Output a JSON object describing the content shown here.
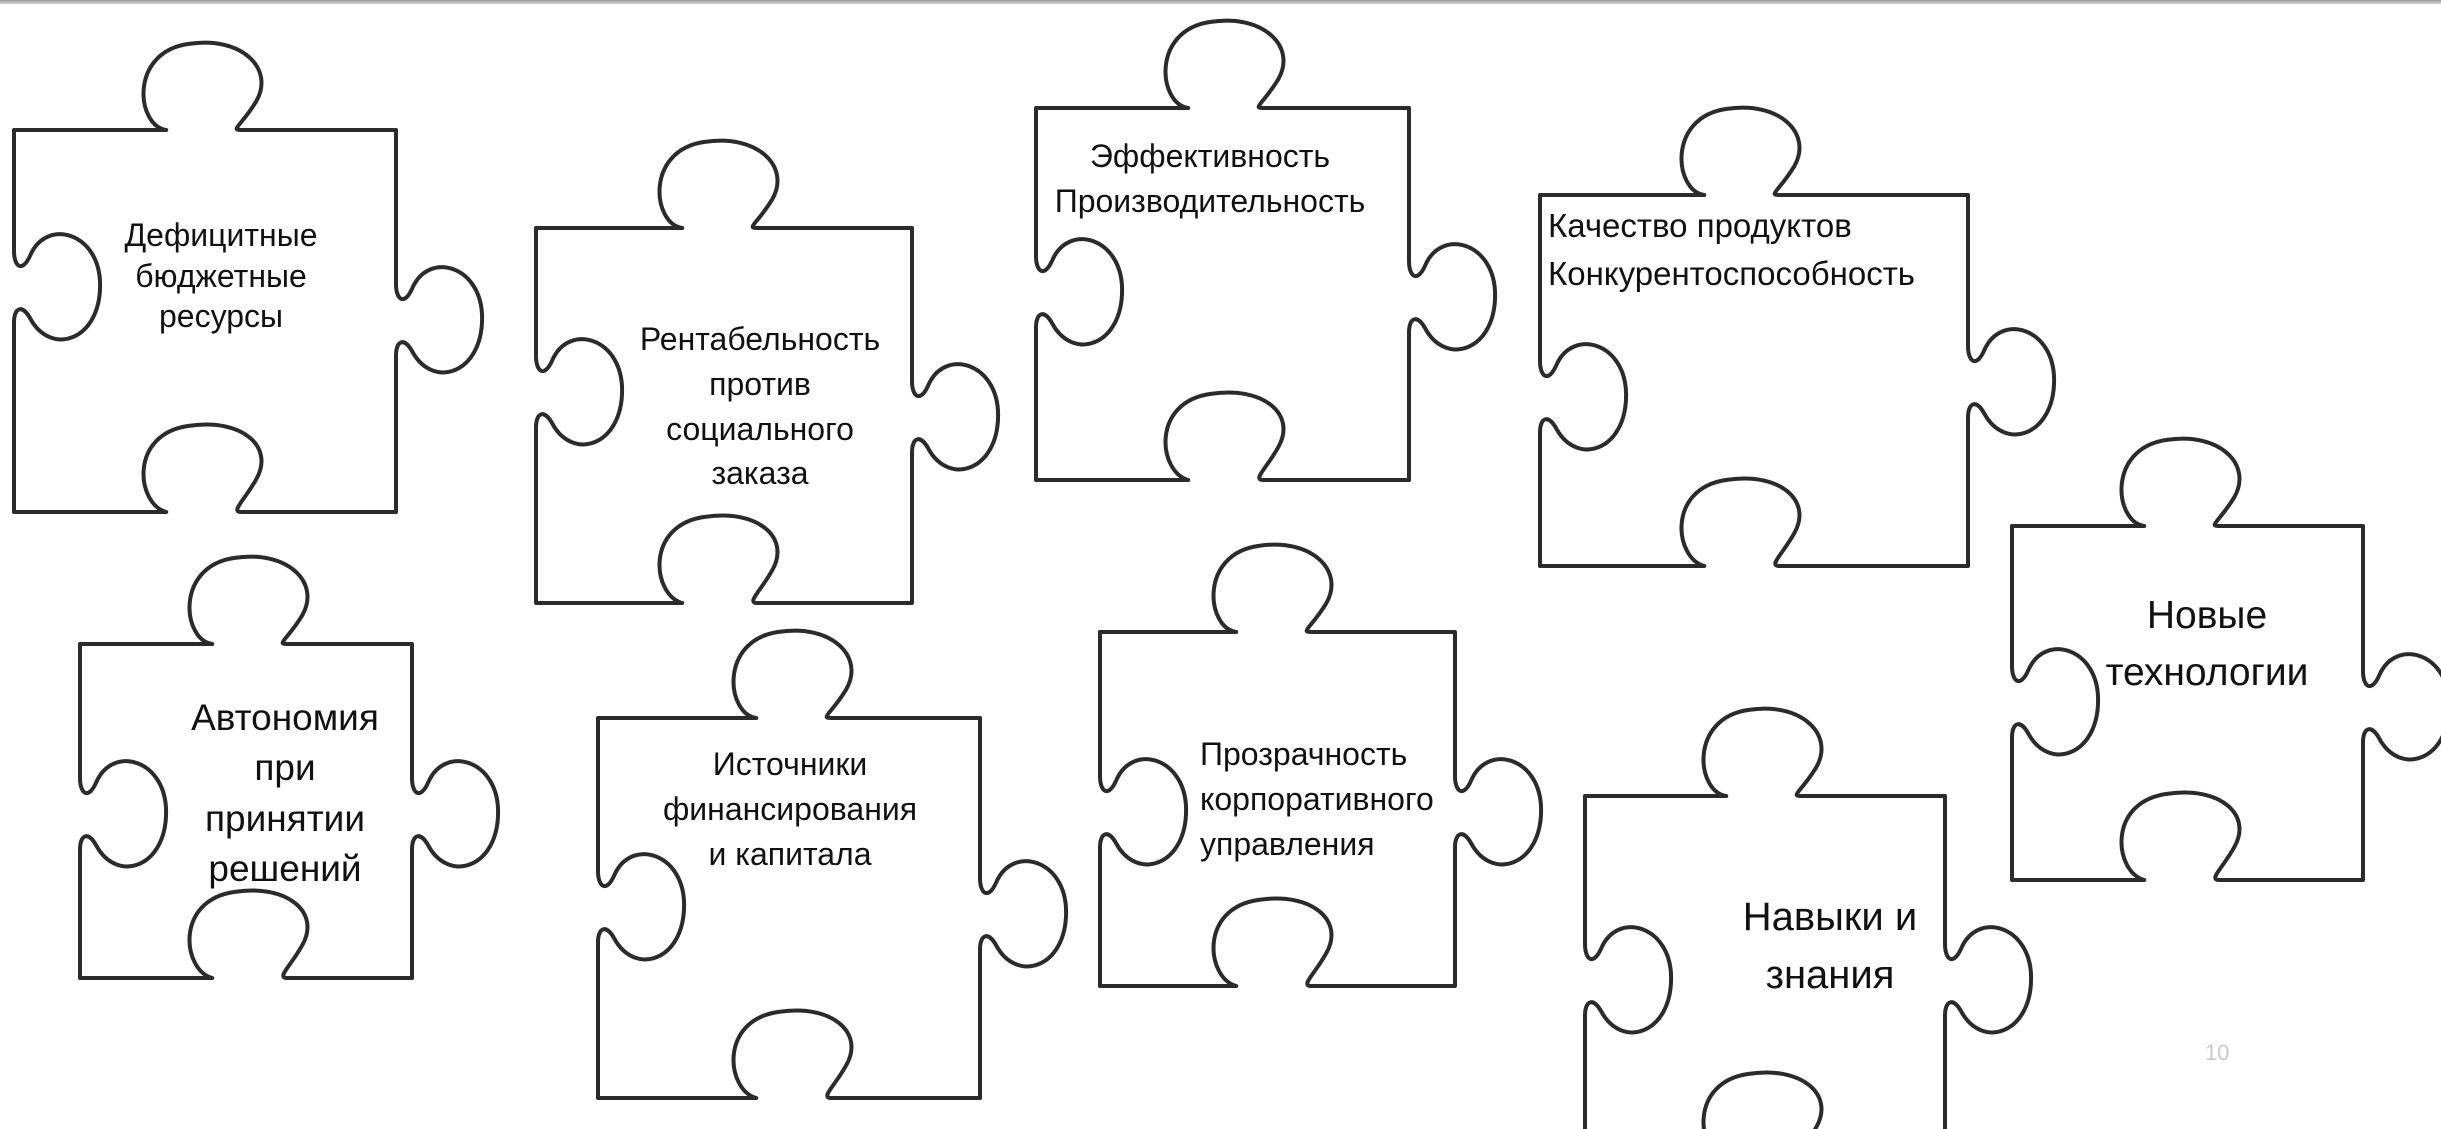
{
  "slide": {
    "page_number": "10"
  },
  "pieces": [
    {
      "id": "deficit",
      "lines": [
        "Дефицитные",
        "бюджетные",
        "ресурсы"
      ]
    },
    {
      "id": "profitability",
      "lines": [
        "Рентабельность",
        "против",
        "социального",
        "заказа"
      ]
    },
    {
      "id": "efficiency",
      "lines": [
        "Эффективность",
        "Производительность"
      ]
    },
    {
      "id": "quality",
      "lines": [
        "Качество продуктов",
        "Конкурентоспособность"
      ]
    },
    {
      "id": "new-tech",
      "lines": [
        "Новые",
        "технологии"
      ]
    },
    {
      "id": "autonomy",
      "lines": [
        "Автономия",
        "при",
        "принятии",
        "решений"
      ]
    },
    {
      "id": "funding",
      "lines": [
        "Источники",
        "финансирования",
        "и капитала"
      ]
    },
    {
      "id": "transparency",
      "lines": [
        "Прозрачность",
        "корпоративного",
        "управления"
      ]
    },
    {
      "id": "skills",
      "lines": [
        "Навыки и",
        "знания"
      ]
    }
  ],
  "colors": {
    "outline": "#2b2b2b",
    "text": "#111111",
    "background": "#ffffff"
  }
}
